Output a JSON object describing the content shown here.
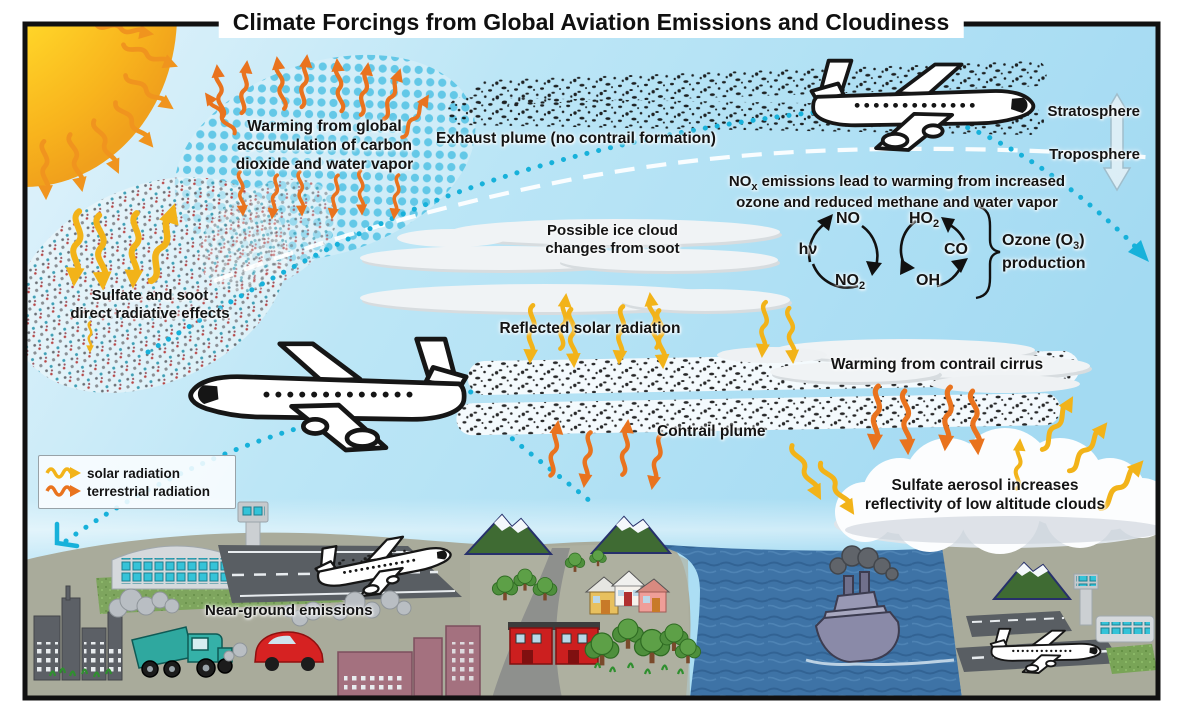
{
  "title": "Climate Forcings from Global Aviation Emissions and Cloudiness",
  "atmosphere": {
    "stratosphere": "Stratosphere",
    "troposphere": "Troposphere"
  },
  "labels": {
    "warming_co2": "Warming from global\naccumulation of carbon\ndioxide and water vapor",
    "exhaust_plume": "Exhaust plume (no contrail formation)",
    "nox_prefix": "NO",
    "nox_sub": "x",
    "nox_rest": " emissions lead to warming from increased\nozone and reduced methane and water vapor",
    "ice_cloud": "Possible ice cloud\nchanges from soot",
    "sulfate_soot": "Sulfate and soot\ndirect radiative effects",
    "reflected_solar": "Reflected solar radiation",
    "contrail_plume": "Contrail plume",
    "contrail_cirrus": "Warming from contrail cirrus",
    "sulfate_aerosol": "Sulfate aerosol increases\nreflectivity of low altitude clouds",
    "near_ground": "Near-ground emissions"
  },
  "chemistry": {
    "hv": "hν",
    "no": "NO",
    "no2_base": "NO",
    "no2_sub": "2",
    "ho2_base": "HO",
    "ho2_sub": "2",
    "co": "CO",
    "oh": "OH",
    "ozone_pre": "Ozone (O",
    "ozone_sub": "3",
    "ozone_post": ")\nproduction"
  },
  "legend": {
    "solar": "solar radiation",
    "terrestrial": "terrestrial radiation"
  },
  "colors": {
    "solar_arrow": "#f2b319",
    "terrestrial_arrow": "#e9731e",
    "flight_path": "#17b1da",
    "sky": "#aadcf2",
    "ocean": "#3e73a6",
    "sun": "#ffd428"
  }
}
